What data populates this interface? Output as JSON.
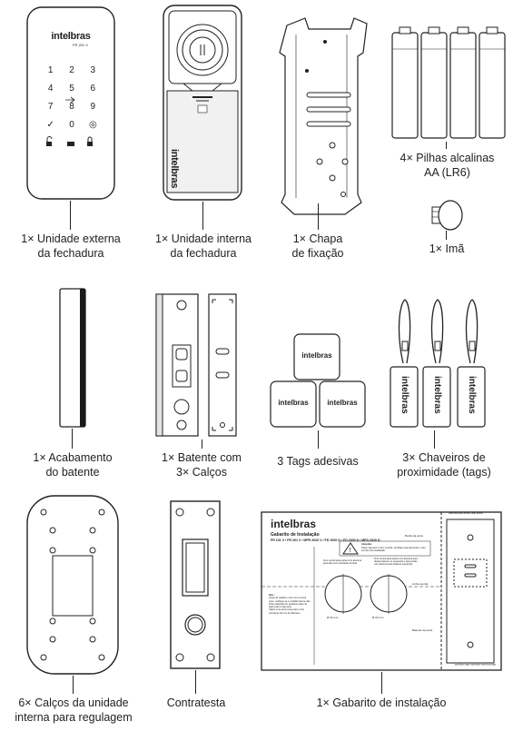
{
  "brand": "intelbras",
  "model_small": "FR 201 V",
  "keypad": [
    "1",
    "2",
    "3",
    "4",
    "5",
    "6",
    "7",
    "8",
    "9",
    "✓",
    "0",
    "◎"
  ],
  "captions": {
    "c1a": "1× Unidade externa",
    "c1b": "da fechadura",
    "c2a": "1× Unidade interna",
    "c2b": "da fechadura",
    "c3a": "1× Chapa",
    "c3b": "de fixação",
    "c4a": "4× Pilhas alcalinas",
    "c4b": "AA (LR6)",
    "c5": "1× Imã",
    "c6a": "1× Acabamento",
    "c6b": "do batente",
    "c7a": "1× Batente com",
    "c7b": "3× Calços",
    "c8": "3 Tags adesivas",
    "c9a": "3× Chaveiros de",
    "c9b": "proximidade (tags)",
    "c10a": "6× Calços da unidade",
    "c10b": "interna para regulagem",
    "c11": "Contratesta",
    "c12": "1× Gabarito de instalação"
  },
  "template": {
    "title": "Gabarito de Instalação",
    "models": "FR 101 V / FR 201 V / MFR 2020 V / FD 1000 D / FD 2000 D / MFD 2020 D",
    "edge_label": "Borda da porta",
    "attention": "Atenção:",
    "attention_text": "Fazer apenas 1 furo central. Verifique atentamente o furo correto da instalação.",
    "obs_title": "Obs.:",
    "obs_1": "Antes de realizar o furo com a serra copo, verifique se a medida interna não foram alterada por qualquer parte do lado externo da porta.",
    "obs_2": "Utilize uma serra copo para o furo central de 32 mm de diâmetro.",
    "hole_note_left": "Furo central para portas com abertura para lado com orientação do lado",
    "hole_note_right": "Furo central para portas com abertura para direita (batente no esquerdo) e para portas com abertura para (batente esquerdo)",
    "dia_left": "Ø 32 mm",
    "dia_right": "Ø 32 mm",
    "center_line": "Linha central",
    "right_top": "Abertura para direita, lado direito",
    "right_bottom": "Abertura para esquerda, lado esquerdo",
    "frame_label": "Batente da porta"
  },
  "colors": {
    "stroke": "#222222",
    "panel": "#ffffff",
    "gray": "#e9e9e9"
  }
}
